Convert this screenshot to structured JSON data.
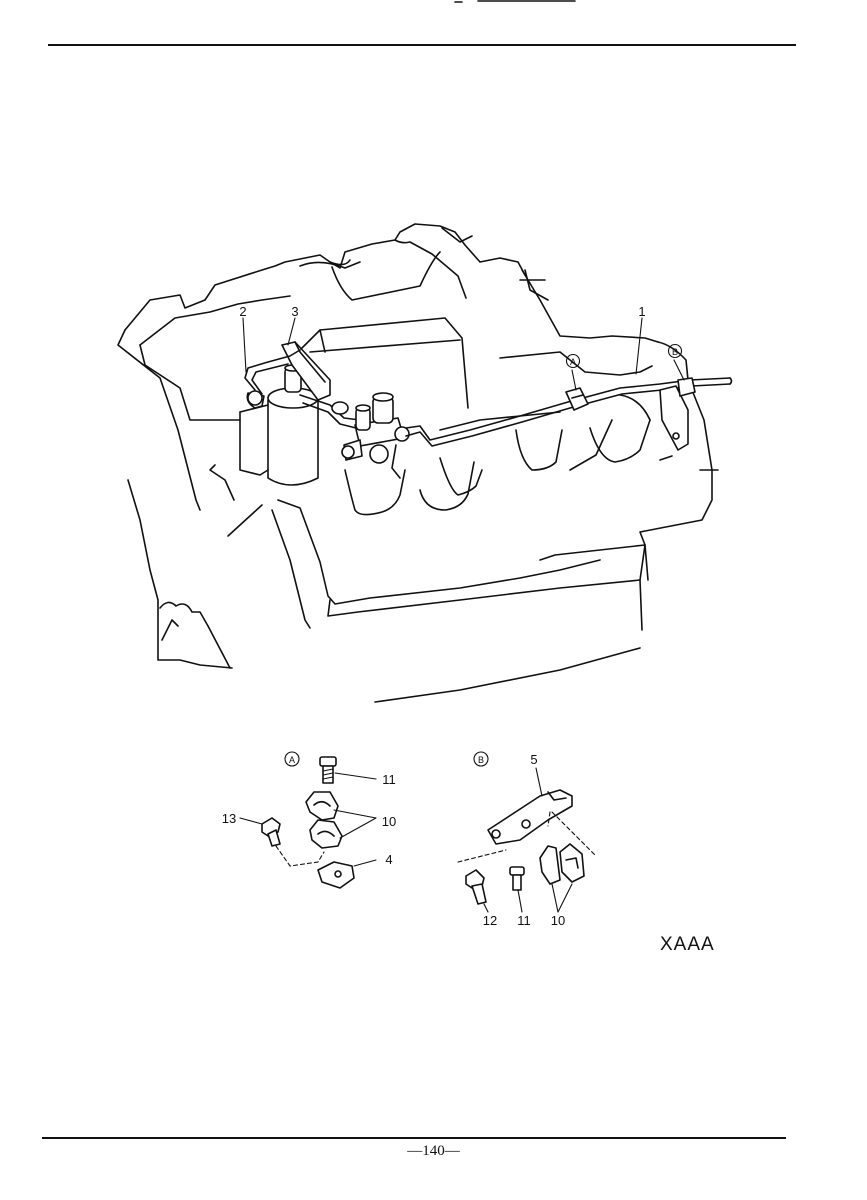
{
  "diagram": {
    "callouts": {
      "part_1": "1",
      "part_2": "2",
      "part_3": "3",
      "part_4": "4",
      "part_5": "5",
      "part_10_a": "10",
      "part_10_b": "10",
      "part_11_a": "11",
      "part_11_b": "11",
      "part_12": "12",
      "part_13": "13"
    },
    "detail_markers": {
      "a": "A",
      "b": "B",
      "a_detail": "A",
      "b_detail": "B"
    },
    "figure_code": "XAAA"
  },
  "footer": {
    "page_number": "—140—"
  }
}
